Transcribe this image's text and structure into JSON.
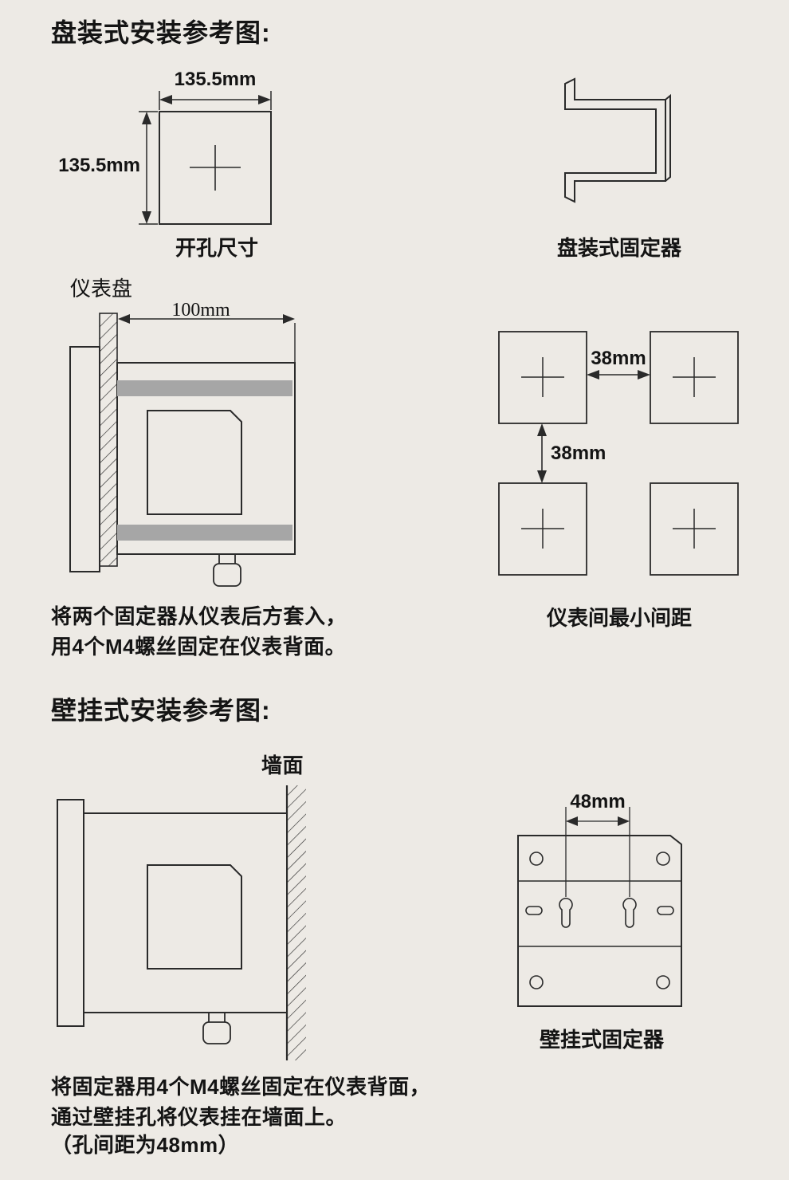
{
  "colors": {
    "background": "#edeae5",
    "line": "#2a2a2a",
    "fixture_bar_gray": "#a6a6a6"
  },
  "panel_section": {
    "title": "盘装式安装参考图:",
    "cutout": {
      "width_label": "135.5mm",
      "height_label": "135.5mm",
      "caption": "开孔尺寸"
    },
    "panel_fixture_caption": "盘装式固定器",
    "side_view": {
      "panel_label": "仪表盘",
      "depth_label": "100mm"
    },
    "spacing": {
      "horizontal_label": "38mm",
      "vertical_label": "38mm",
      "caption": "仪表间最小间距"
    },
    "note_line1": "将两个固定器从仪表后方套入，",
    "note_line2": "用4个M4螺丝固定在仪表背面。"
  },
  "wall_section": {
    "title": "壁挂式安装参考图:",
    "side_view": {
      "wall_label": "墙面"
    },
    "bracket": {
      "hole_spacing_label": "48mm",
      "caption": "壁挂式固定器"
    },
    "note_line1": "将固定器用4个M4螺丝固定在仪表背面，",
    "note_line2": "通过壁挂孔将仪表挂在墙面上。",
    "note_line3": "（孔间距为48mm）"
  }
}
